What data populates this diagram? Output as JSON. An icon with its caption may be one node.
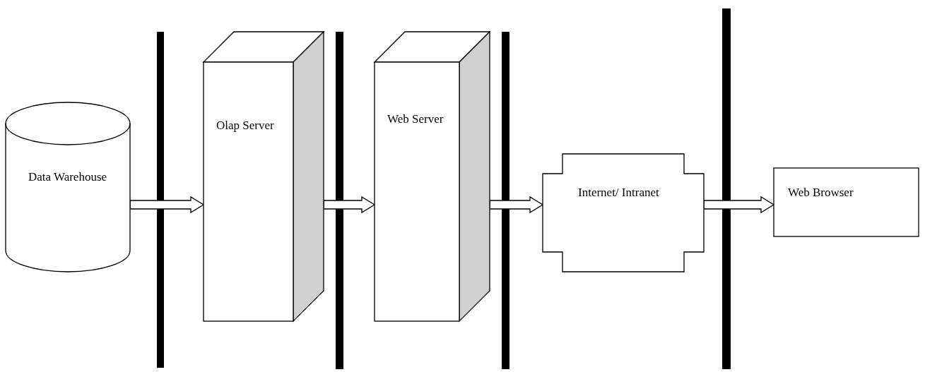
{
  "diagram": {
    "nodes": [
      {
        "text": [
          "Data Warehouse"
        ]
      },
      {
        "text": [
          "Olap Server"
        ]
      },
      {
        "text": [
          "Web Server"
        ]
      },
      {
        "text": [
          "Internet/ Intranet"
        ]
      },
      {
        "text": [
          "Web Browser"
        ]
      }
    ],
    "edges": [
      {
        "from": 0,
        "to": 1,
        "arrow": "to"
      },
      {
        "from": 1,
        "to": 2,
        "arrow": "to"
      },
      {
        "from": 2,
        "to": 3,
        "arrow": "to"
      },
      {
        "from": 3,
        "to": 4,
        "arrow": "to"
      }
    ]
  }
}
